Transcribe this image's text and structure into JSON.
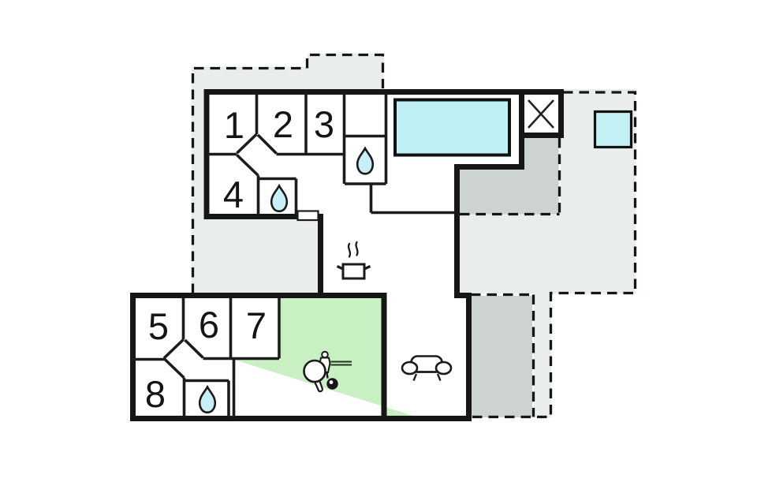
{
  "floor_plan": {
    "title": "holiday-home-floor-plan",
    "rooms": [
      {
        "number": "1"
      },
      {
        "number": "2"
      },
      {
        "number": "3"
      },
      {
        "number": "4"
      },
      {
        "number": "5"
      },
      {
        "number": "6"
      },
      {
        "number": "7"
      },
      {
        "number": "8"
      }
    ],
    "colors": {
      "wall": "#161616",
      "line": "#1c1c1c",
      "terrace_light": "#e9edec",
      "terrace_dark": "#cdd2d2",
      "pool": "#bff0f5",
      "hot_tub": "#c2f0f4",
      "water_drop": "#c6eff7",
      "game_room": "#c9f0c2",
      "background": "#ffffff"
    },
    "icons": {
      "bathroom": "water-drop",
      "kitchen": "steaming-pot",
      "living_room": "sofa",
      "game_room": [
        "table-tennis-paddle",
        "foosball-player",
        "billiard-ball"
      ],
      "outdoor": [
        "swimming-pool",
        "hot-tub",
        "crossed-box"
      ]
    },
    "counts": {
      "numbered_rooms": 8,
      "water_drops": 3
    }
  }
}
